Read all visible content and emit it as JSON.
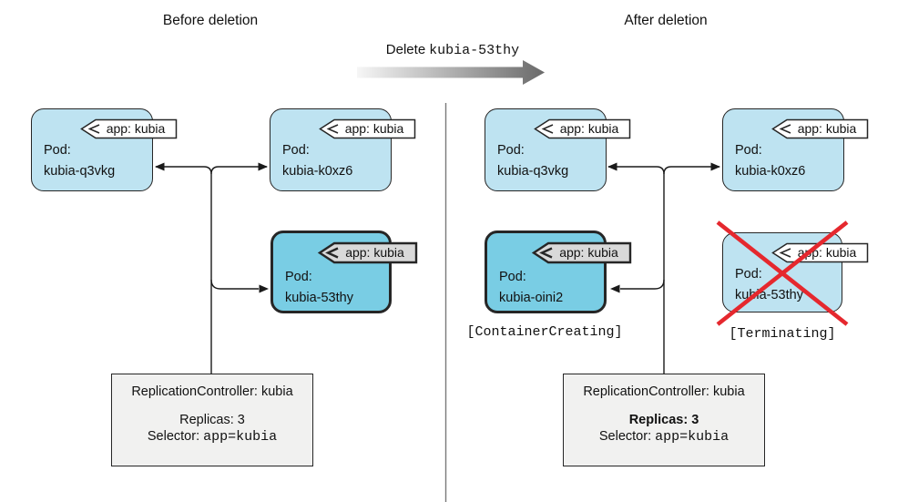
{
  "colors": {
    "pod_light": "#bee3f1",
    "pod_dark": "#79cde4",
    "pod_border": "#262626",
    "tag_white": "#ffffff",
    "tag_gray": "#d9d9d9",
    "rc_fill": "#f1f1f0",
    "line": "#1a1a1a",
    "divider": "#7a7a7a",
    "red_x": "#e5282e"
  },
  "action": {
    "verb": "Delete",
    "target": "kubia-53thy"
  },
  "before": {
    "title": "Before deletion",
    "pods": {
      "q3vkg": {
        "kind": "Pod:",
        "name": "kubia-q3vkg",
        "tag": "app: kubia"
      },
      "k0xz6": {
        "kind": "Pod:",
        "name": "kubia-k0xz6",
        "tag": "app: kubia"
      },
      "t53thy": {
        "kind": "Pod:",
        "name": "kubia-53thy",
        "tag": "app: kubia"
      }
    },
    "rc": {
      "title": "ReplicationController: kubia",
      "replicas": "Replicas: 3",
      "selector_label": "Selector:",
      "selector_value": "app=kubia"
    }
  },
  "after": {
    "title": "After deletion",
    "pods": {
      "q3vkg": {
        "kind": "Pod:",
        "name": "kubia-q3vkg",
        "tag": "app: kubia"
      },
      "k0xz6": {
        "kind": "Pod:",
        "name": "kubia-k0xz6",
        "tag": "app: kubia"
      },
      "oini2": {
        "kind": "Pod:",
        "name": "kubia-oini2",
        "tag": "app: kubia",
        "status": "[ContainerCreating]"
      },
      "t53thy": {
        "kind": "Pod:",
        "name": "kubia-53thy",
        "tag": "app: kubia",
        "status": "[Terminating]"
      }
    },
    "rc": {
      "title": "ReplicationController: kubia",
      "replicas": "Replicas: 3",
      "selector_label": "Selector:",
      "selector_value": "app=kubia"
    }
  }
}
